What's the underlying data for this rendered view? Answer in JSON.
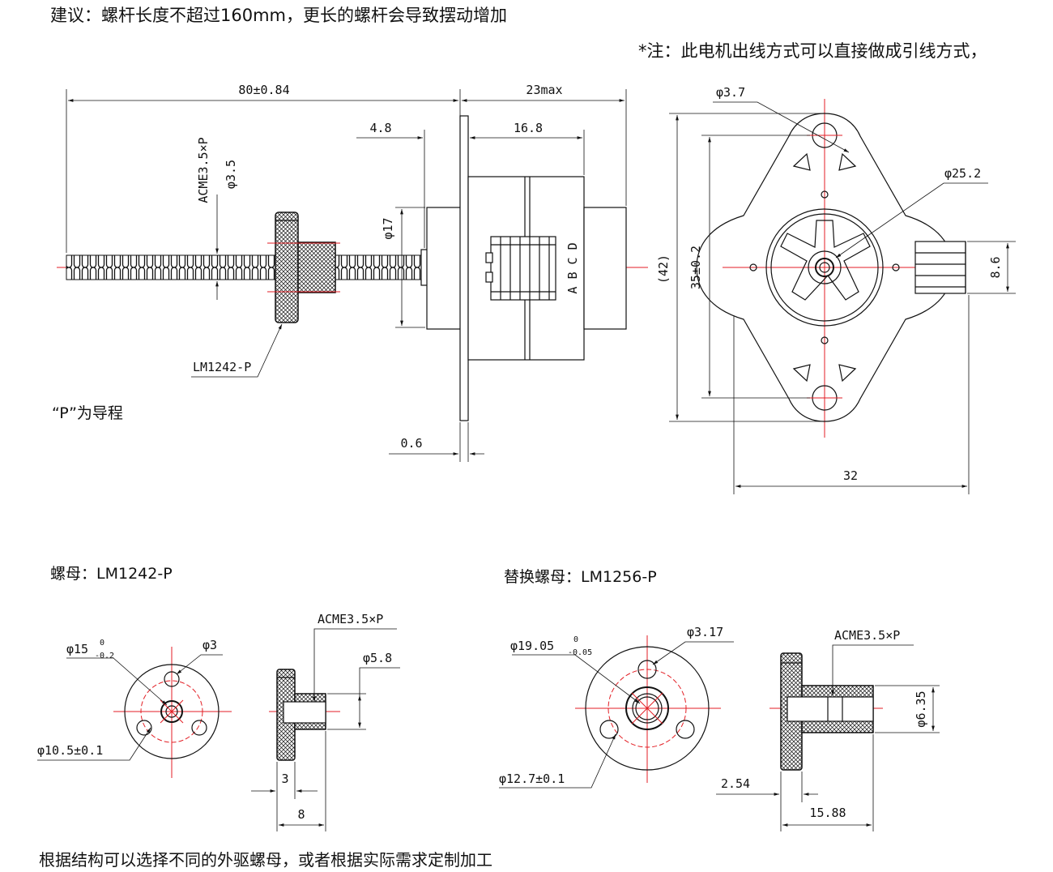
{
  "notes": {
    "suggestion": "建议：螺杆长度不超过160mm，更长的螺杆会导致摆动增加",
    "wiring_note": "*注：此电机出线方式可以直接做成引线方式，",
    "lead_note": "“P”为导程",
    "custom_note": "根据结构可以选择不同的外驱螺母，或者根据实际需求定制加工"
  },
  "side_view": {
    "dim_total_length": "80±0.84",
    "dim_max_depth": "23max",
    "dim_flange_offset": "4.8",
    "dim_body_length": "16.8",
    "dim_thread": "ACME3.5×P",
    "dim_shaft_dia": "φ3.5",
    "dim_body_dia": "φ17",
    "dim_flange_thickness": "0.6",
    "nut_label": "LM1242-P",
    "connector_pins": "A B C D"
  },
  "front_view": {
    "dim_hole_dia": "φ3.7",
    "dim_body_dia": "φ25.2",
    "dim_connector_width": "8.6",
    "dim_overall_height": "(42)",
    "dim_hole_spacing": "35±0.2",
    "dim_width": "32"
  },
  "nut_standard": {
    "title": "螺母：LM1242-P",
    "dim_flange_dia": "φ15",
    "dim_flange_tol_upper": "0",
    "dim_flange_tol_lower": "-0.2",
    "dim_hole_dia": "φ3",
    "dim_pcd": "φ10.5±0.1",
    "dim_thread": "ACME3.5×P",
    "dim_boss_dia": "φ5.8",
    "dim_flange_width": "3",
    "dim_total_length": "8"
  },
  "nut_replacement": {
    "title": "替换螺母：LM1256-P",
    "dim_flange_dia": "φ19.05",
    "dim_flange_tol_upper": "0",
    "dim_flange_tol_lower": "-0.05",
    "dim_hole_dia": "φ3.17",
    "dim_pcd": "φ12.7±0.1",
    "dim_thread": "ACME3.5×P",
    "dim_boss_dia": "φ6.35",
    "dim_flange_width": "2.54",
    "dim_total_length": "15.88"
  }
}
